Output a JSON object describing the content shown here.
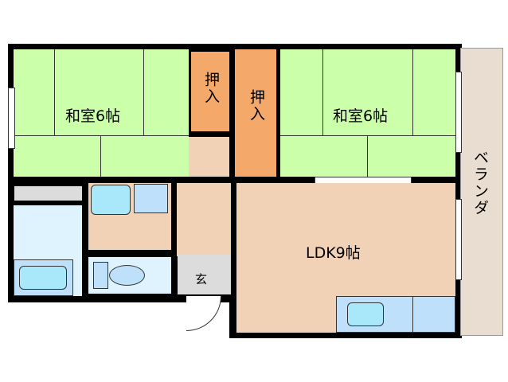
{
  "rooms": {
    "washitsu_left": {
      "label": "和室6帖"
    },
    "closet_left": {
      "label": "押入"
    },
    "closet_right": {
      "label": "押入"
    },
    "washitsu_right": {
      "label": "和室6帖"
    },
    "ldk": {
      "label": "LDK9帖"
    },
    "balcony": {
      "label": "ベランダ"
    },
    "entrance": {
      "label": "玄"
    }
  },
  "colors": {
    "tatami": "#ccffaa",
    "closet": "#f4a86a",
    "flooring": "#f2d2b6",
    "wet_area": "#def3fd",
    "fixture": "#a9e8fa",
    "entrance": "#dcdcdc",
    "balcony": "#e9dcd0",
    "wall": "#000000"
  }
}
